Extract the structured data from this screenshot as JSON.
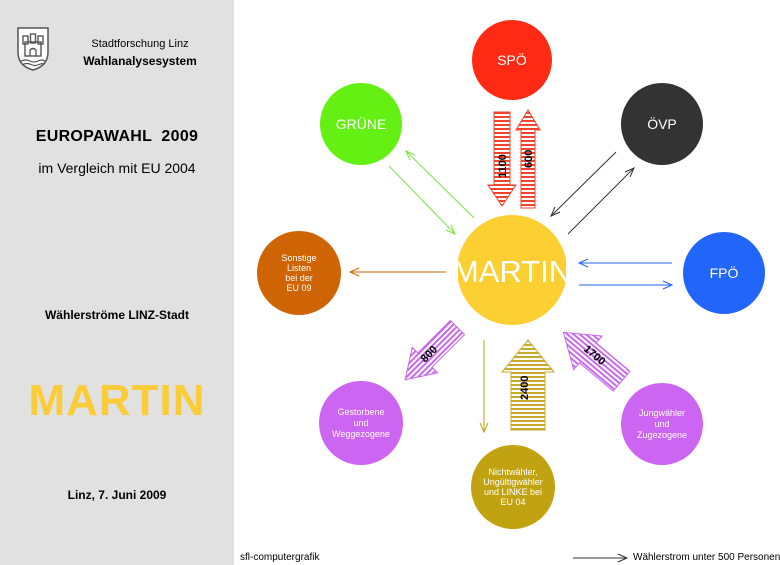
{
  "header": {
    "org_name": "Stadtforschung Linz",
    "system_name": "Wahlanalysesystem"
  },
  "sidebar": {
    "election_title": "EUROPAWAHL  2009",
    "comparison": "im Vergleich mit EU 2004",
    "flows_label": "Wählerströme LINZ-Stadt",
    "candidate": "MARTIN",
    "date": "Linz, 7. Juni 2009"
  },
  "diagram": {
    "center": {
      "label": "MARTIN",
      "color": "#fccf33"
    },
    "nodes": {
      "spoe": {
        "label": "SPÖ",
        "color": "#fe2a13"
      },
      "gruene": {
        "label": "GRÜNE",
        "color": "#64f012"
      },
      "oevp": {
        "label": "ÖVP",
        "color": "#333333"
      },
      "fpoe": {
        "label": "FPÖ",
        "color": "#2265fb"
      },
      "sonstige": {
        "lines": [
          "Sonstige",
          "Listen",
          "bei der",
          "EU 09"
        ],
        "color": "#cf6405"
      },
      "gestorbene": {
        "lines": [
          "Gestorbene",
          "und",
          "Weggezogene"
        ],
        "color": "#cc65f2"
      },
      "nichtwaehler": {
        "lines": [
          "Nichtwähler,",
          "Ungültigwähler",
          "und LINKE bei",
          "EU 04"
        ],
        "color": "#c1a311"
      },
      "jungwaehler": {
        "lines": [
          "Jungwähler",
          "und",
          "Zugezogene"
        ],
        "color": "#cc65f2"
      }
    },
    "flow_labels": {
      "spoe_in": "1100",
      "spoe_out": "600",
      "gestorbene_out": "800",
      "nichtwaehler_in": "2400",
      "jungwaehler_in": "1700"
    }
  },
  "footer": {
    "credit": "sfl-computergrafik",
    "legend": "Wählerstrom unter 500 Personen"
  }
}
